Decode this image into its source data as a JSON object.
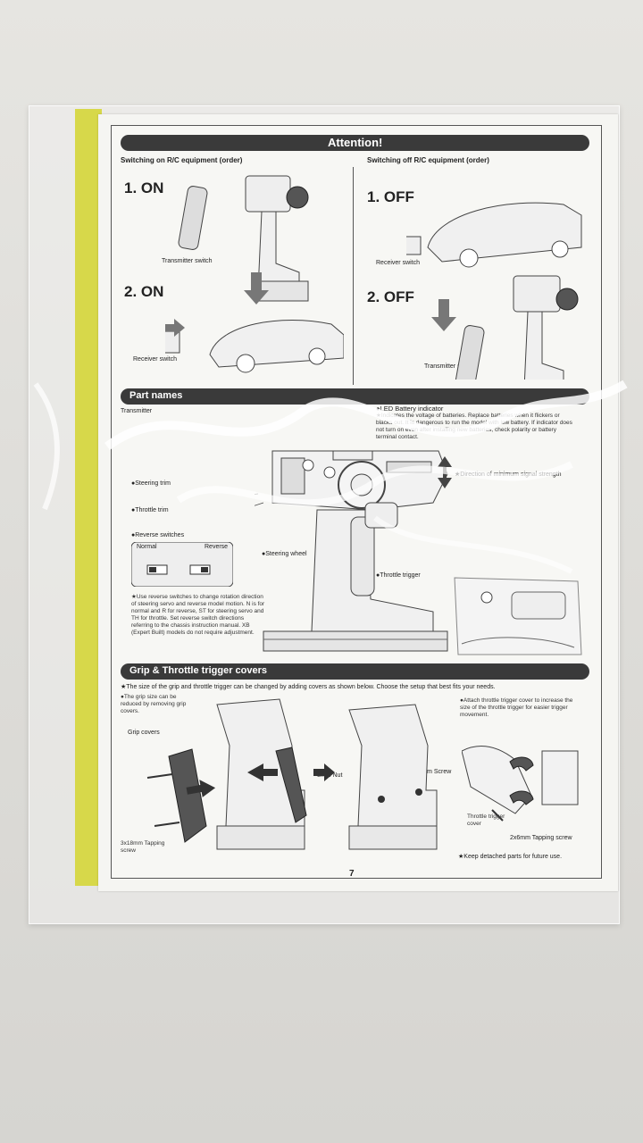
{
  "attention": {
    "title": "Attention!",
    "switching_on": {
      "heading": "Switching on R/C equipment (order)",
      "step1": "1. ON",
      "step1_label": "Transmitter switch",
      "step2": "2. ON",
      "step2_label": "Receiver switch"
    },
    "switching_off": {
      "heading": "Switching off R/C equipment (order)",
      "step1": "1. OFF",
      "step1_label": "Receiver switch",
      "step2": "2. OFF",
      "step2_label": "Transmitter switch"
    }
  },
  "part_names": {
    "title": "Part names",
    "subtitle": "Transmitter",
    "led_label": "●LED Battery indicator",
    "led_note": "★Indicates the voltage of batteries. Replace batteries when it flickers or blacks out. It is dangerous to run the model with low battery. If indicator does not turn on even after installing new batteries, check polarity or battery terminal contact.",
    "direction_note": "★Direction of minimum signal strength",
    "steering_trim": "●Steering trim",
    "throttle_trim": "●Throttle trim",
    "reverse_switches": "●Reverse switches",
    "switch_labels": [
      "Normal",
      "Reverse"
    ],
    "steering_wheel": "●Steering wheel",
    "throttle_trigger": "●Throttle trigger",
    "reverse_note": "★Use reverse switches to change rotation direction of steering servo and reverse model motion. N is for normal and R for reverse, ST for steering servo and TH for throttle. Set reverse switch directions referring to the chassis instruction manual. XB (Expert Built) models do not require adjustment."
  },
  "grip": {
    "title": "Grip & Throttle trigger covers",
    "intro": "★The size of the grip and throttle trigger can be changed by adding covers as shown below. Choose the setup that best fits your needs.",
    "grip_note": "●The grip size can be reduced by removing grip covers.",
    "grip_covers": "Grip covers",
    "screw1": "3x18mm Tapping screw",
    "nut": "3mm Nut",
    "screw2": "3x8mm Screw",
    "attach_note": "●Attach throttle trigger cover to increase the size of the throttle trigger for easier trigger movement.",
    "trigger_cover": "Throttle trigger cover",
    "screw3": "2x6mm Tapping screw",
    "keep_note": "★Keep detached parts for future use."
  },
  "page_number": "7"
}
